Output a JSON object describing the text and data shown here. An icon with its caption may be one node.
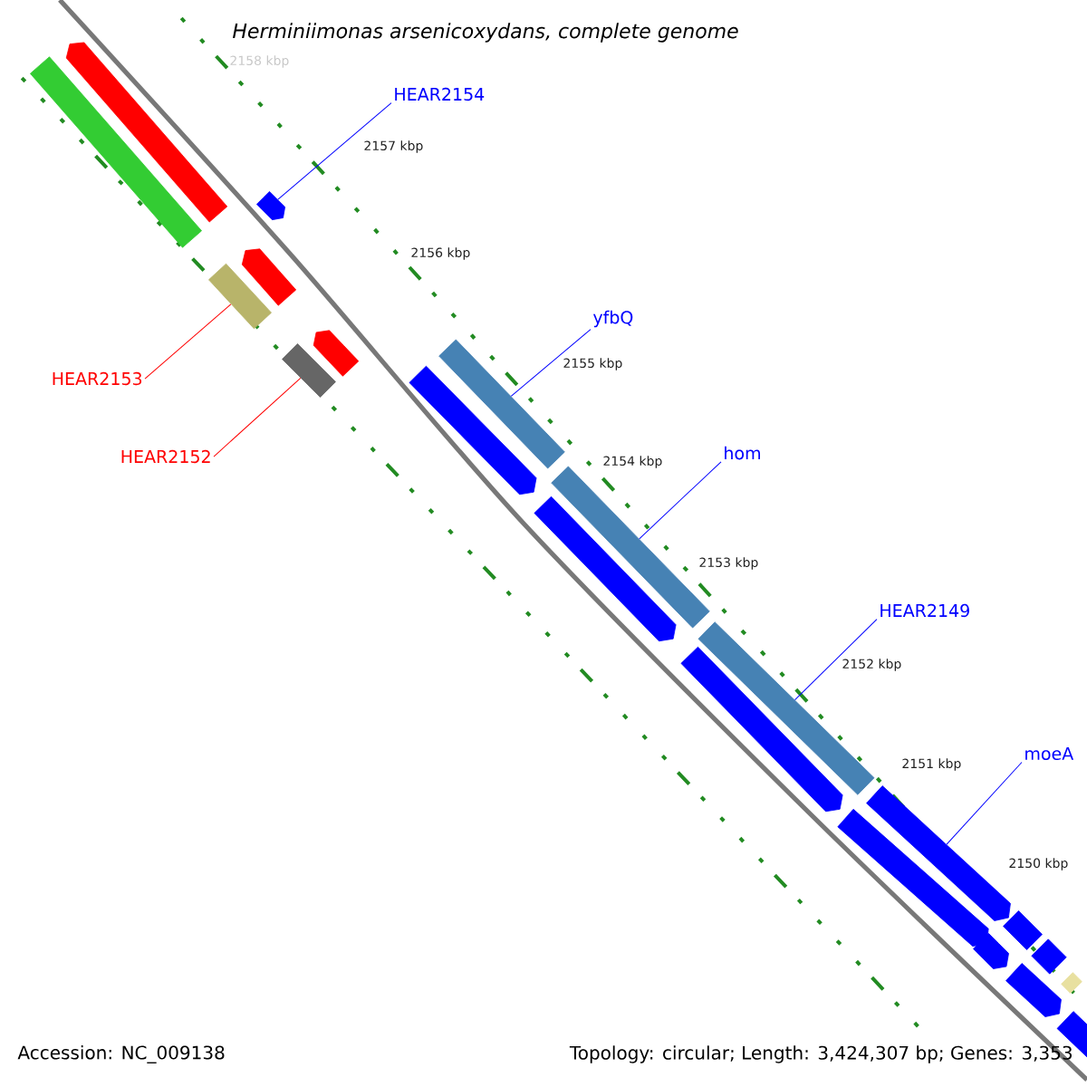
{
  "diagram": {
    "title": "Herminiimonas arsenicoxydans, complete genome",
    "nodes": [
      {
        "text": [
          "HEAR2154"
        ]
      },
      {
        "text": [
          "yfbQ"
        ]
      },
      {
        "text": [
          "hom"
        ]
      },
      {
        "text": [
          "HEAR2149"
        ]
      },
      {
        "text": [
          "moeA"
        ]
      },
      {
        "text": [
          "HEAR2153"
        ]
      },
      {
        "text": [
          "HEAR2152"
        ]
      },
      {
        "text": [],
        "shape": "bar"
      },
      {
        "text": [],
        "shape": "bar"
      },
      {
        "text": [],
        "shape": "bar"
      },
      {
        "text": [],
        "shape": "bar"
      },
      {
        "text": [],
        "shape": "bar"
      },
      {
        "text": [],
        "shape": "bar"
      },
      {
        "text": [],
        "shape": "bar"
      },
      {
        "text": [],
        "shape": "bar"
      },
      {
        "text": [],
        "shape": "bar"
      },
      {
        "text": [],
        "shape": "bar"
      },
      {
        "text": [],
        "shape": "bar"
      },
      {
        "text": [],
        "shape": "bar"
      },
      {
        "text": [],
        "shape": "bar"
      },
      {
        "text": [],
        "shape": "bar"
      },
      {
        "text": [],
        "shape": "bar"
      },
      {
        "text": [],
        "shape": "bar"
      },
      {
        "text": [],
        "shape": "bar"
      },
      {
        "text": [],
        "shape": "bar"
      },
      {
        "text": [],
        "shape": "bar"
      },
      {
        "text": [],
        "shape": "bar"
      },
      {
        "text": [],
        "shape": "bar"
      }
    ],
    "edges": [
      {
        "from": 0,
        "to": 7,
        "arrow": "none"
      },
      {
        "from": 1,
        "to": 10,
        "arrow": "none"
      },
      {
        "from": 2,
        "to": 11,
        "arrow": "none"
      },
      {
        "from": 3,
        "to": 12,
        "arrow": "none"
      },
      {
        "from": 4,
        "to": 13,
        "arrow": "none"
      },
      {
        "from": 5,
        "to": 8,
        "arrow": "none",
        "color": "#ff0000"
      },
      {
        "from": 6,
        "to": 9,
        "arrow": "none",
        "color": "#ff0000"
      }
    ],
    "labels": [
      "2158 kbp",
      "2157 kbp",
      "2156 kbp",
      "2155 kbp",
      "2154 kbp",
      "2153 kbp",
      "2152 kbp",
      "2151 kbp",
      "2150 kbp",
      "Accession: NC_009138",
      "Topology: circular; Length: 3,424,307 bp; Genes: 3,353"
    ]
  }
}
